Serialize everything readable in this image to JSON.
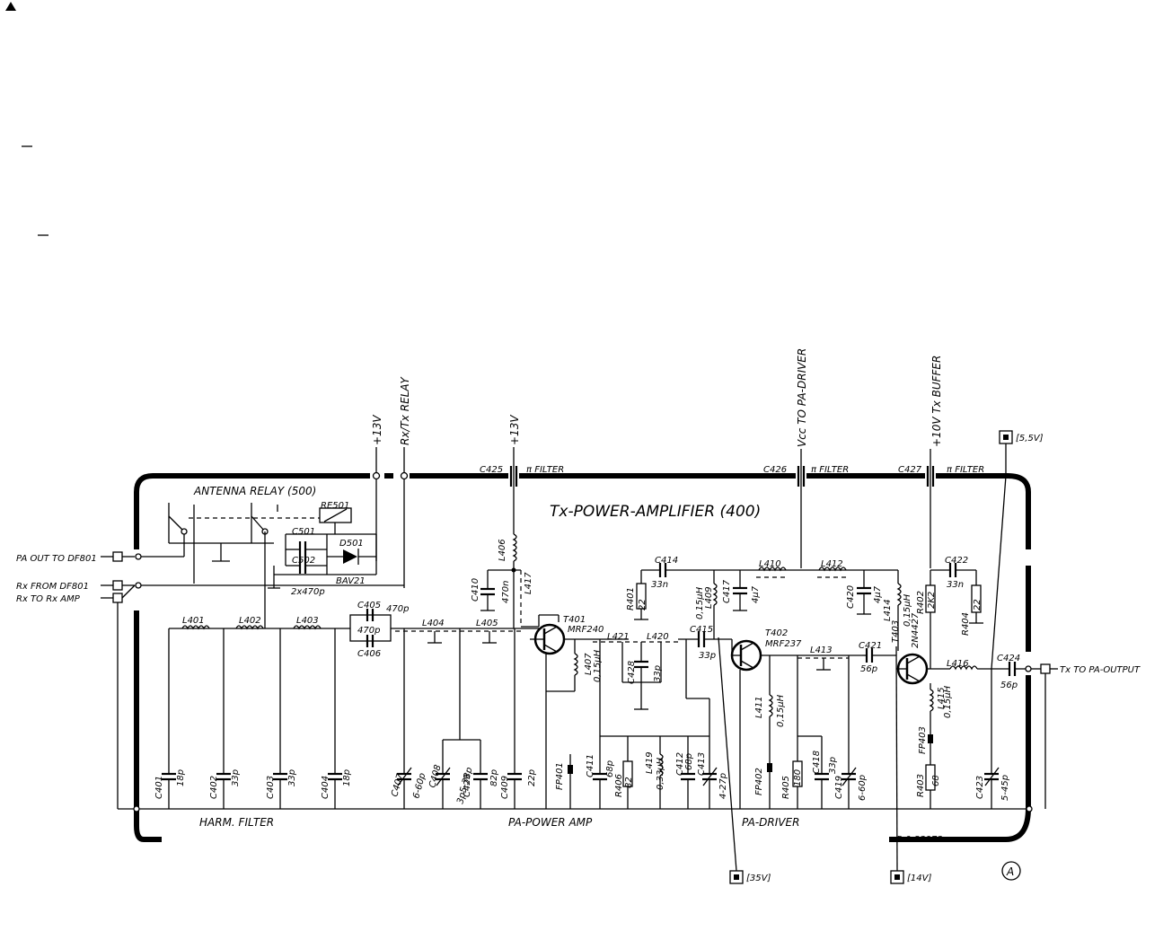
{
  "title": "Tx-POWER-AMPLIFIER (400)",
  "antenna_relay_label": "ANTENNA RELAY (500)",
  "relay": "RE501",
  "c501": "C501",
  "c502": "C502",
  "cap_note": "2x470p",
  "d501": "D501",
  "bav21": "BAV21",
  "ports": {
    "pa_out": "PA OUT TO DF801",
    "rx_from": "Rx FROM DF801",
    "rx_to": "Rx TO Rx AMP",
    "tx_out": "Tx TO PA-OUTPUT"
  },
  "supplies": {
    "v13a": "+13V",
    "rxtx_relay": "Rx/Tx RELAY",
    "v13b": "+13V",
    "vcc_driver": "Vcc TO PA-DRIVER",
    "v10_buffer": "+10V Tx BUFFER"
  },
  "feedthrough": {
    "c425": "C425",
    "c426": "C426",
    "c427": "C427",
    "pi_filter_1": "π FILTER",
    "pi_filter_2": "π FILTER",
    "pi_filter_3": "π FILTER"
  },
  "sections": {
    "harm_filter": "HARM. FILTER",
    "pa_power_amp": "PA-POWER AMP",
    "pa_driver": "PA-DRIVER"
  },
  "testpoints": {
    "tp_55": "[5,5V]",
    "tp_35": "[35V]",
    "tp_14": "[14V]"
  },
  "doc_number": "5-0-23973",
  "sheet_mark": "A",
  "transistors": {
    "t401": "T401",
    "t401_type": "MRF240",
    "t402": "T402",
    "t402_type": "MRF237",
    "t403": "T403",
    "t403_type": "2N4427"
  },
  "inductors": {
    "l401": "L401",
    "l402": "L402",
    "l403": "L403",
    "l404": "L404",
    "l405": "L405",
    "l406": "L406",
    "l407": "L407",
    "l407_val": "0,15μH",
    "l409": "L409",
    "l409_val": "0,15μH",
    "l410": "L410",
    "l411": "L411",
    "l411_val": "0,15μH",
    "l412": "L412",
    "l413": "L413",
    "l414": "L414",
    "l414_val": "0,15μH",
    "l415": "L415",
    "l415_val": "0,15μH",
    "l416": "L416",
    "l417": "L417",
    "l419": "L419",
    "l419_val": "0,33μH",
    "l420": "L420",
    "l421": "L421"
  },
  "caps": {
    "c401": "C401",
    "c401_val": "18p",
    "c402": "C402",
    "c402_val": "33p",
    "c403": "C403",
    "c403_val": "33p",
    "c404": "C404",
    "c404_val": "18p",
    "c405": "C405",
    "c405_val": "470p",
    "c406": "C406",
    "c406_val": "470p",
    "c407": "C407",
    "c407_val": "6-60p",
    "c408": "C408",
    "c408_val": "3p5-38p",
    "c429": "C429",
    "c429_val": "82p",
    "c409": "C409",
    "c409_val": "22p",
    "c410": "C410",
    "c410_val": "470n",
    "c411": "C411",
    "c411_val": "68p",
    "c412": "C412",
    "c412_val": "68p",
    "c413": "C413",
    "c413_val": "4-27p",
    "c414": "C414",
    "c414_val": "33n",
    "c415": "C415",
    "c415_val": "33p",
    "c417": "C417",
    "c417_val": "4μ7",
    "c418": "C418",
    "c418_val": "33p",
    "c419": "C419",
    "c419_val": "6-60p",
    "c420": "C420",
    "c420_val": "4μ7",
    "c421": "C421",
    "c421_val": "56p",
    "c422": "C422",
    "c422_val": "33n",
    "c423": "C423",
    "c423_val": "5-45p",
    "c424": "C424",
    "c424_val": "56p",
    "c428": "C428",
    "c428_val": "33p"
  },
  "resistors": {
    "r401": "R401",
    "r401_val": "22",
    "r402": "R402",
    "r402_val": "2K2",
    "r403": "R403",
    "r403_val": "68",
    "r404": "R404",
    "r404_val": "22",
    "r405": "R405",
    "r405_val": "180",
    "r406": "R406",
    "r406_val": "82"
  },
  "ferrites": {
    "fp401": "FP401",
    "fp402": "FP402",
    "fp403": "FP403"
  }
}
